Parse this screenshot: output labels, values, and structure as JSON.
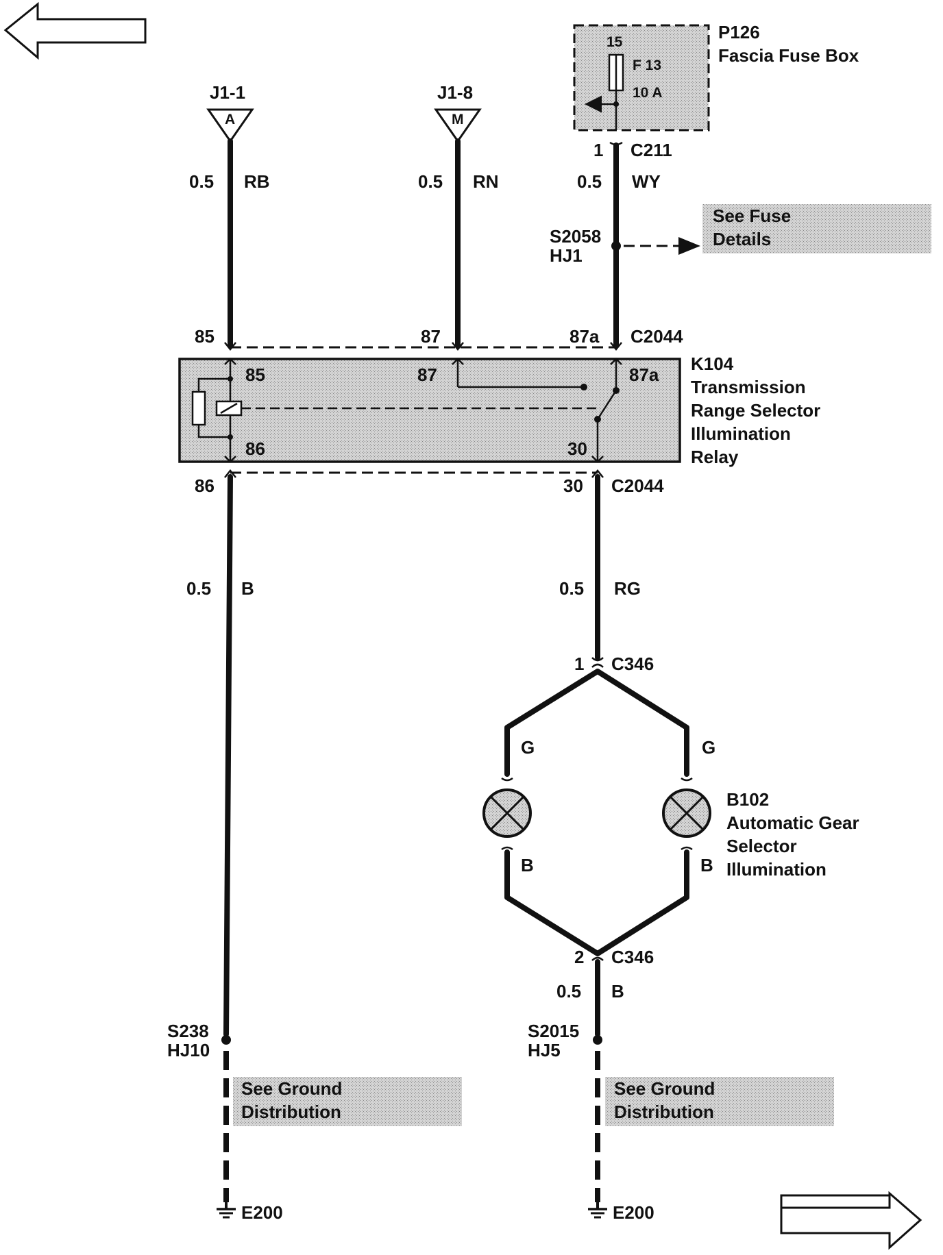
{
  "nav": {
    "prev_label": "",
    "next_label": ""
  },
  "connectors": {
    "j1_1": {
      "name": "J1-1",
      "letter": "A",
      "gauge": "0.5",
      "color": "RB",
      "pin": "85"
    },
    "j1_8": {
      "name": "J1-8",
      "letter": "M",
      "gauge": "0.5",
      "color": "RN",
      "pin": "87"
    },
    "c211": {
      "pin": "1",
      "name": "C211",
      "gauge": "0.5",
      "color": "WY"
    },
    "c2044_top": {
      "pin": "87a",
      "name": "C2044"
    },
    "c2044_bottom": {
      "left_pin": "86",
      "pin": "30",
      "name": "C2044"
    },
    "c346_top": {
      "pin": "1",
      "name": "C346"
    },
    "c346_bottom": {
      "pin": "2",
      "name": "C346"
    }
  },
  "fuse_box": {
    "id": "P126",
    "name": "Fascia Fuse Box",
    "pin": "15",
    "fuse": "F 13",
    "rating": "10 A"
  },
  "splice_fuse": {
    "id": "S2058",
    "harness": "HJ1",
    "ref_line1": "See Fuse",
    "ref_line2": "Details"
  },
  "relay": {
    "id": "K104",
    "name_lines": [
      "Transmission",
      "Range Selector",
      "Illumination",
      "Relay"
    ],
    "pins": {
      "p85": "85",
      "p86": "86",
      "p87": "87",
      "p87a": "87a",
      "p30": "30"
    }
  },
  "wires": {
    "ground_left": {
      "gauge": "0.5",
      "color": "B"
    },
    "feed_right": {
      "gauge": "0.5",
      "color": "RG"
    },
    "lamp_left_top": "G",
    "lamp_right_top": "G",
    "lamp_left_bottom": "B",
    "lamp_right_bottom": "B",
    "ground_right": {
      "gauge": "0.5",
      "color": "B"
    }
  },
  "lamps": {
    "id": "B102",
    "name_lines": [
      "Automatic Gear",
      "Selector",
      "Illumination"
    ]
  },
  "splices": {
    "left": {
      "id": "S238",
      "harness": "HJ10"
    },
    "right": {
      "id": "S2015",
      "harness": "HJ5"
    }
  },
  "ground_refs": {
    "line1": "See Ground",
    "line2": "Distribution"
  },
  "grounds": {
    "left": "E200",
    "right": "E200"
  },
  "colors": {
    "ink": "#111111",
    "shade": "#c8c8c8"
  }
}
